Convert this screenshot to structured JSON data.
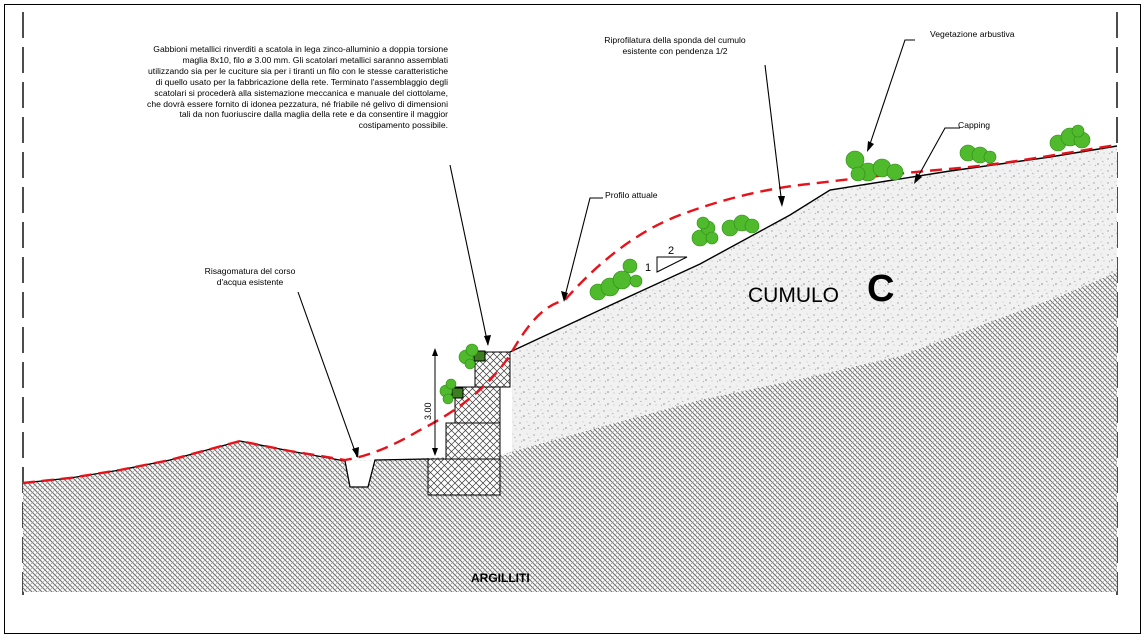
{
  "labels": {
    "gabion_note": "Gabbioni metallici rinverditi a scatola in lega zinco-alluminio a doppia torsione\nmaglia 8x10, filo ø 3.00 mm. Gli scatolari metallici saranno assemblati\nutilizzando sia per le cuciture sia per i tiranti un filo con le stesse caratteristiche\ndi quello usato per la fabbricazione della rete. Terminato l'assemblaggio degli\nscatolari si procederà alla sistemazione meccanica e manuale del ciottolame,\nche dovrà essere fornito di idonea pezzatura, né friabile né gelivo di dimensioni\ntali da non fuoriuscire dalla maglia della rete e da consentire il maggior\ncostipamento possibile.",
    "reprofile_note": "Riprofilatura della sponda del cumulo\nesistente con pendenza 1/2",
    "vegetation": "Vegetazione arbustiva",
    "capping": "Capping",
    "current_profile": "Profilo attuale",
    "stream_reshape": "Risagomatura del corso\nd'acqua esistente",
    "height_dim": "3.00",
    "slope_run": "2",
    "slope_rise": "1",
    "cumulo_word": "CUMULO",
    "cumulo_letter": "C",
    "argilliti": "ARGILLITI"
  },
  "colors": {
    "profile_dashed": "#e8121b",
    "vegetation": "#4fba2c",
    "vegetation_dark": "#2e8a17",
    "clay_hatch": "#6b6b6b",
    "fill_stipple": "#9a9a9a"
  }
}
